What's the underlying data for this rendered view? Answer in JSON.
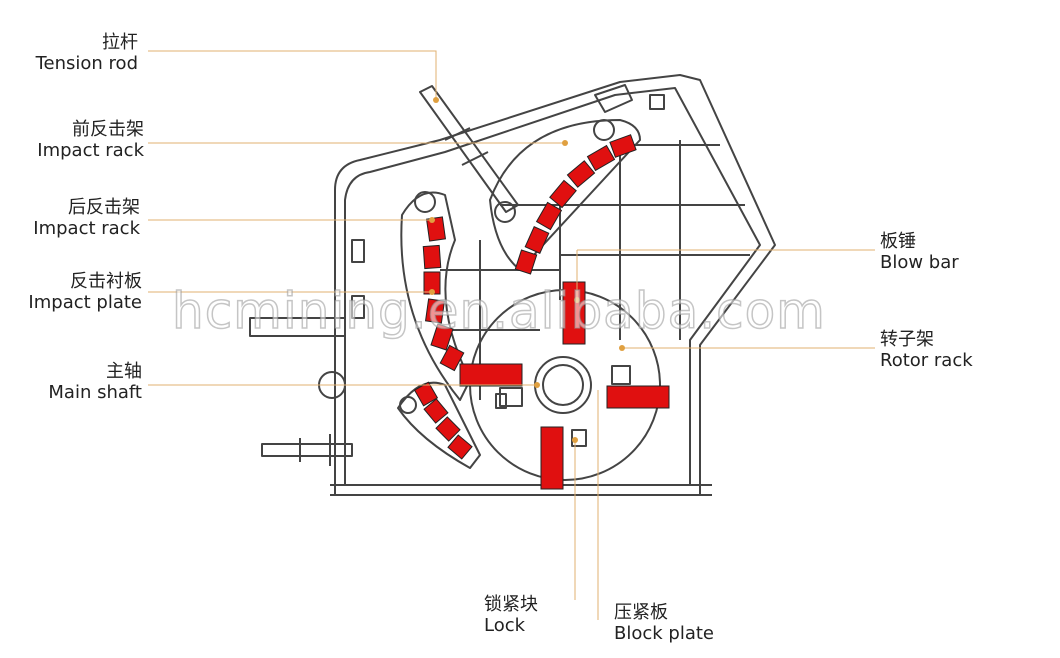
{
  "labels": {
    "tension_rod": {
      "zh": "拉杆",
      "en": "Tension rod"
    },
    "front_impact_rack": {
      "zh": "前反击架",
      "en": "Impact rack"
    },
    "rear_impact_rack": {
      "zh": "后反击架",
      "en": "Impact rack"
    },
    "impact_plate": {
      "zh": "反击衬板",
      "en": "Impact plate"
    },
    "main_shaft": {
      "zh": "主轴",
      "en": "Main shaft"
    },
    "blow_bar": {
      "zh": "板锤",
      "en": "Blow bar"
    },
    "rotor_rack": {
      "zh": "转子架",
      "en": "Rotor rack"
    },
    "lock": {
      "zh": "锁紧块",
      "en": "Lock"
    },
    "block_plate": {
      "zh": "压紧板",
      "en": "Block plate"
    }
  },
  "watermark": "hcmining.en.alibaba.com",
  "colors": {
    "line": "#444444",
    "leader": "#e0b070",
    "part": "#e01010",
    "dot": "#e0a040"
  }
}
